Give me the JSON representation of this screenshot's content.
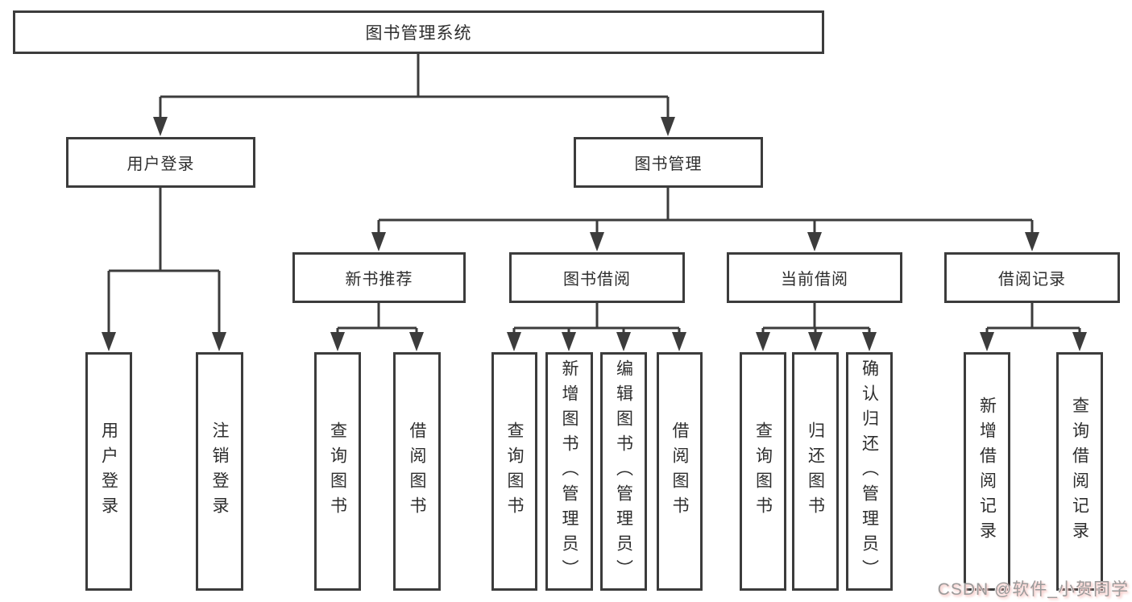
{
  "diagram": {
    "root": {
      "label": "图书管理系统"
    },
    "branches": [
      {
        "label": "用户登录",
        "children": [
          {
            "label": "用户登录"
          },
          {
            "label": "注销登录"
          }
        ]
      },
      {
        "label": "图书管理",
        "children": [
          {
            "label": "新书推荐",
            "children": [
              {
                "label": "查询图书"
              },
              {
                "label": "借阅图书"
              }
            ]
          },
          {
            "label": "图书借阅",
            "children": [
              {
                "label": "查询图书"
              },
              {
                "label": "新增图书（管理员）"
              },
              {
                "label": "编辑图书（管理员）"
              },
              {
                "label": "借阅图书"
              }
            ]
          },
          {
            "label": "当前借阅",
            "children": [
              {
                "label": "查询图书"
              },
              {
                "label": "归还图书"
              },
              {
                "label": "确认归还（管理员）"
              }
            ]
          },
          {
            "label": "借阅记录",
            "children": [
              {
                "label": "新增借阅记录"
              },
              {
                "label": "查询借阅记录"
              }
            ]
          }
        ]
      }
    ],
    "watermark": {
      "text": "CSDN @软件_小贺同学"
    },
    "colors": {
      "line": "#3c3c3c",
      "box_border": "#3c3c3c",
      "text": "#2e2e2e",
      "background": "#ffffff",
      "watermark_text": "#9b9b9b",
      "watermark_glow": "#f2b7b3"
    }
  }
}
